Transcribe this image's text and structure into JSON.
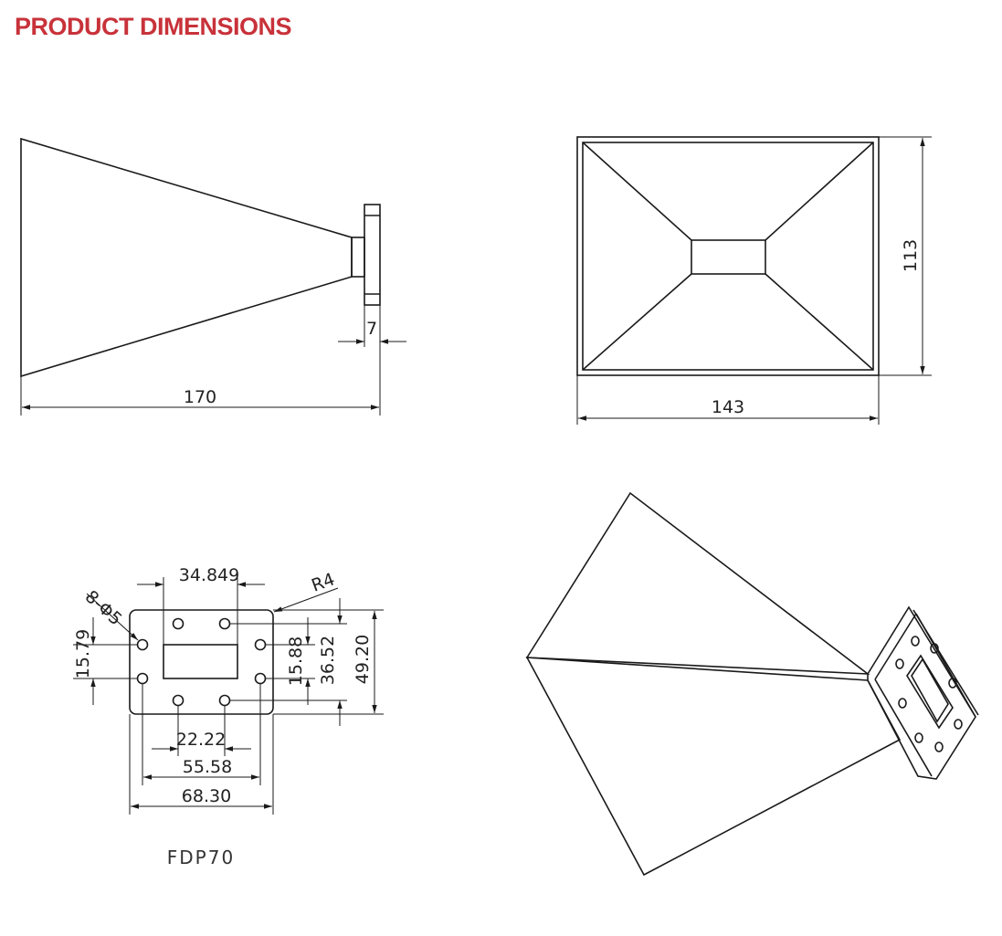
{
  "header": {
    "title": "PRODUCT DIMENSIONS"
  },
  "colors": {
    "title": "#c8323a",
    "line": "#1a1a1a"
  },
  "side_view": {
    "length": "170",
    "flange_thickness": "7"
  },
  "front_view": {
    "width": "143",
    "height": "113"
  },
  "flange_view": {
    "hole_callout": "8-Φ5",
    "corner_radius": "R4",
    "aperture_width": "34.849",
    "hole_spacing_inner_v": "15.79",
    "hole_spacing_right_v": "15.88",
    "hole_spacing_outer_v": "36.52",
    "flange_height": "49.20",
    "hole_spacing_inner_h": "22.22",
    "hole_spacing_outer_h": "55.58",
    "flange_width": "68.30",
    "model": "FDP70"
  }
}
